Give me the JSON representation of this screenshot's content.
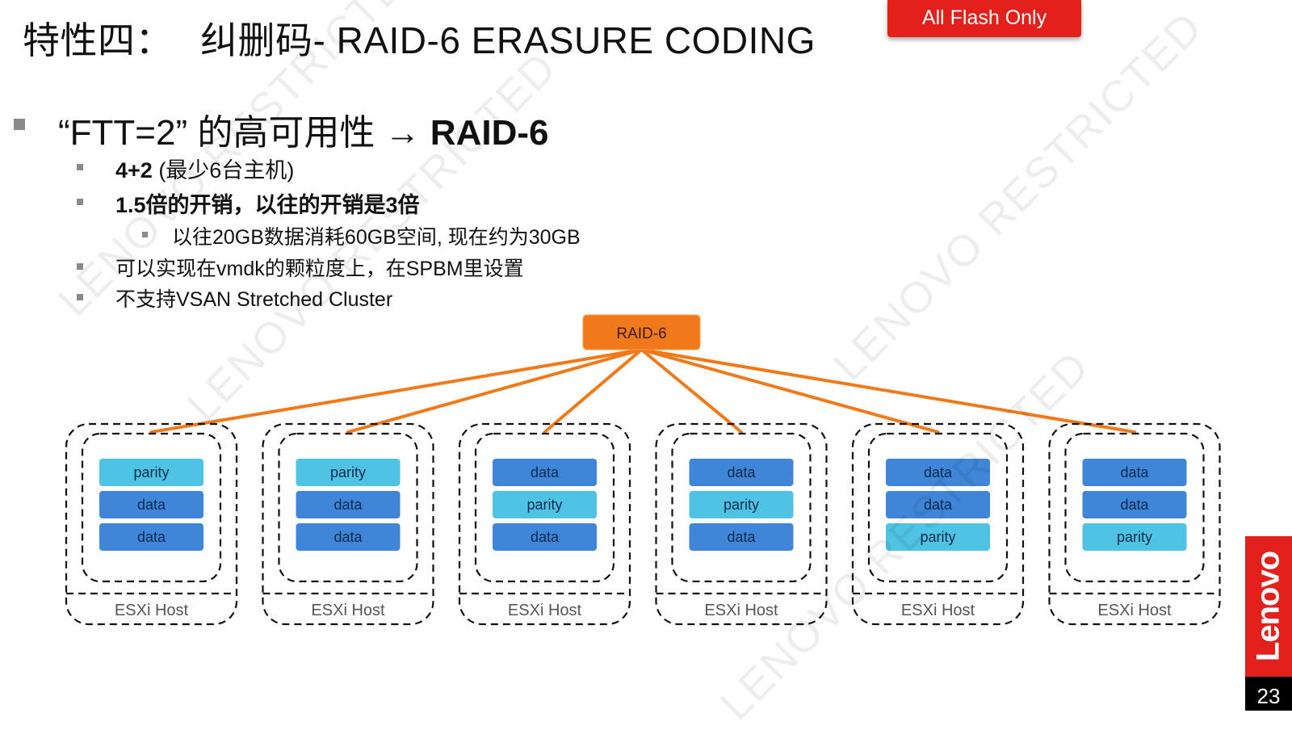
{
  "title": {
    "prefix": "特性四：",
    "main": "纠删码- RAID-6 ERASURE CODING"
  },
  "badge": "All Flash Only",
  "bullets": {
    "b1_text": "“FTT=2” 的高可用性 →",
    "b1_bold": "RAID-6",
    "b2_bold": "4+2",
    "b2_text": " (最少6台主机)",
    "b3": "1.5倍的开销，以往的开销是3倍",
    "b3_sub": "以往20GB数据消耗60GB空间, 现在约为30GB",
    "b4": "可以实现在vmdk的颗粒度上，在SPBM里设置",
    "b5": "不支持VSAN Stretched Cluster"
  },
  "diagram": {
    "root": "RAID-6",
    "hosts": [
      {
        "label": "ESXi Host",
        "chips": [
          "parity",
          "data",
          "data"
        ]
      },
      {
        "label": "ESXi Host",
        "chips": [
          "parity",
          "data",
          "data"
        ]
      },
      {
        "label": "ESXi Host",
        "chips": [
          "data",
          "parity",
          "data"
        ]
      },
      {
        "label": "ESXi Host",
        "chips": [
          "data",
          "parity",
          "data"
        ]
      },
      {
        "label": "ESXi Host",
        "chips": [
          "data",
          "data",
          "parity"
        ]
      },
      {
        "label": "ESXi Host",
        "chips": [
          "data",
          "data",
          "parity"
        ]
      }
    ]
  },
  "watermark": "LENOVO RESTRICTED",
  "brand": "Lenovo",
  "page_number": "23",
  "colors": {
    "accent_orange": "#f07a1a",
    "brand_red": "#e3211c",
    "data_blue": "#3f86d8",
    "parity_cyan": "#4ec3e3"
  }
}
